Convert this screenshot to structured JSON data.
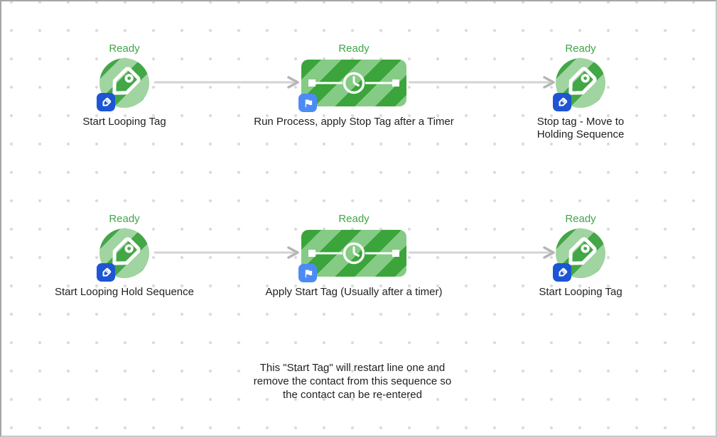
{
  "nodes": [
    {
      "type": "tag",
      "status": "Ready",
      "label": "Start Looping Tag"
    },
    {
      "type": "sequence-timer",
      "status": "Ready",
      "label": "Run Process, apply Stop Tag after a Timer"
    },
    {
      "type": "tag",
      "status": "Ready",
      "label": "Stop tag - Move to Holding Sequence"
    },
    {
      "type": "tag",
      "status": "Ready",
      "label": "Start Looping Hold Sequence"
    },
    {
      "type": "sequence-timer",
      "status": "Ready",
      "label": "Apply Start Tag (Usually after a timer)"
    },
    {
      "type": "tag",
      "status": "Ready",
      "label": "Start Looping Tag"
    }
  ],
  "note": {
    "lines": [
      "This \"Start Tag\" will restart line one and",
      "remove the contact from this sequence so",
      "the contact can be re-entered"
    ]
  },
  "icons": {
    "tag_node": "tag-icon",
    "tag_badge": "tag-icon",
    "flag_badge": "flag-icon",
    "timer": "clock-icon",
    "connector": "arrow-right-icon"
  },
  "colors": {
    "status_green": "#3fa548",
    "stripe_green_dark": "#3ba43b",
    "stripe_green_light_rect": "#85cb85",
    "stripe_green_light_circle": "#a0d4a0",
    "badge_blue_tag": "#1d55d5",
    "badge_blue_flag": "#4c8bf5",
    "arrow_gray": "#d3d3d3",
    "arrowhead_gray": "#b5b5b5",
    "label_text": "#202124",
    "grid_dot": "#d9d9d9"
  }
}
